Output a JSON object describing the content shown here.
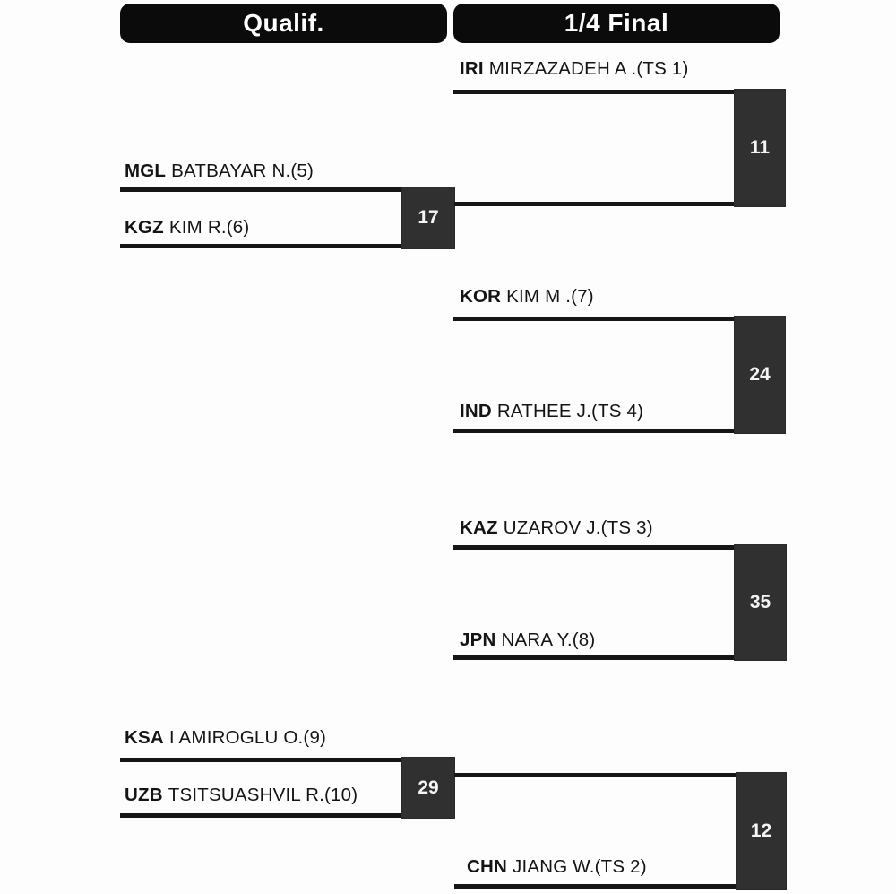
{
  "headers": [
    {
      "label": "Qualif."
    },
    {
      "label": "1/4 Final"
    }
  ],
  "colors": {
    "header_bg": "#0b0b0b",
    "match_box_bg": "#303030",
    "line": "#161616",
    "text": "#141414",
    "box_text": "#f5f5f5",
    "background": "#fdfdfd"
  },
  "bracket": {
    "qualif_matches": [
      {
        "match_no": "17",
        "top": {
          "noc": "MGL",
          "name": "BATBAYAR N.(5)"
        },
        "bottom": {
          "noc": "KGZ",
          "name": "KIM R.(6)"
        }
      },
      {
        "match_no": "29",
        "top": {
          "noc": "KSA",
          "name": "I AMIROGLU O.(9)"
        },
        "bottom": {
          "noc": "UZB",
          "name": "TSITSUASHVIL R.(10)"
        }
      }
    ],
    "quarterfinal_matches": [
      {
        "match_no": "11",
        "top": {
          "noc": "IRI",
          "name": "MIRZAZADEH A .(TS 1)"
        }
      },
      {
        "match_no": "24",
        "top": {
          "noc": "KOR",
          "name": "KIM M .(7)"
        },
        "bottom": {
          "noc": "IND",
          "name": "RATHEE J.(TS 4)"
        }
      },
      {
        "match_no": "35",
        "top": {
          "noc": "KAZ",
          "name": "UZAROV J.(TS 3)"
        },
        "bottom": {
          "noc": "JPN",
          "name": "NARA Y.(8)"
        }
      },
      {
        "match_no": "12",
        "bottom": {
          "noc": "CHN",
          "name": "JIANG W.(TS 2)"
        }
      }
    ]
  }
}
